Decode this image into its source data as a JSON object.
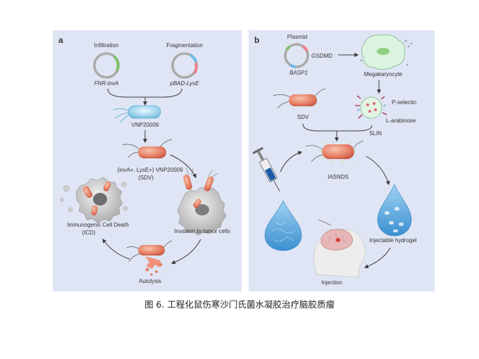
{
  "panel_a": {
    "letter": "a",
    "infiltration_title": "Infiltration",
    "infiltration_plasmid": "FNR-invA",
    "fragmentation_title": "Fragmentation",
    "fragmentation_plasmid": "pBAD-LysE",
    "parent_strain": "VNP20009",
    "engineered_line1": "(invA+, LysE+) VNP20009",
    "engineered_line2": "(SDV)",
    "invasion": "Invasion to tumor cells",
    "autolysis": "Autolysis",
    "icd_line1": "Immunogenic Cell Death",
    "icd_line2": "(ICD)"
  },
  "panel_b": {
    "letter": "b",
    "plasmid_title": "Plasmid",
    "gene_gsdmd": "GSDMD",
    "gene_basp1": "BASP1",
    "megakaryocyte": "Megakaryocyte",
    "p_selectin": "P-selectin",
    "l_arabinose": "L-arabinose",
    "sdv": "SDV",
    "slin": "SLIN",
    "iasnds": "IASNDS",
    "hydrogel": "Injectable hydrogel",
    "injection": "Injection"
  },
  "caption": "图 6. 工程化鼠伤寒沙门氏菌水凝胶治疗脑胶质瘤",
  "colors": {
    "panel_bg": "#dfe5f4",
    "bacterium": "#e8846a",
    "bacterium_blue": "#9fd3ec",
    "tumor_cell": "#b5b5b5",
    "droplet": "#5aa9dc",
    "arrow": "#3a3a3a"
  }
}
